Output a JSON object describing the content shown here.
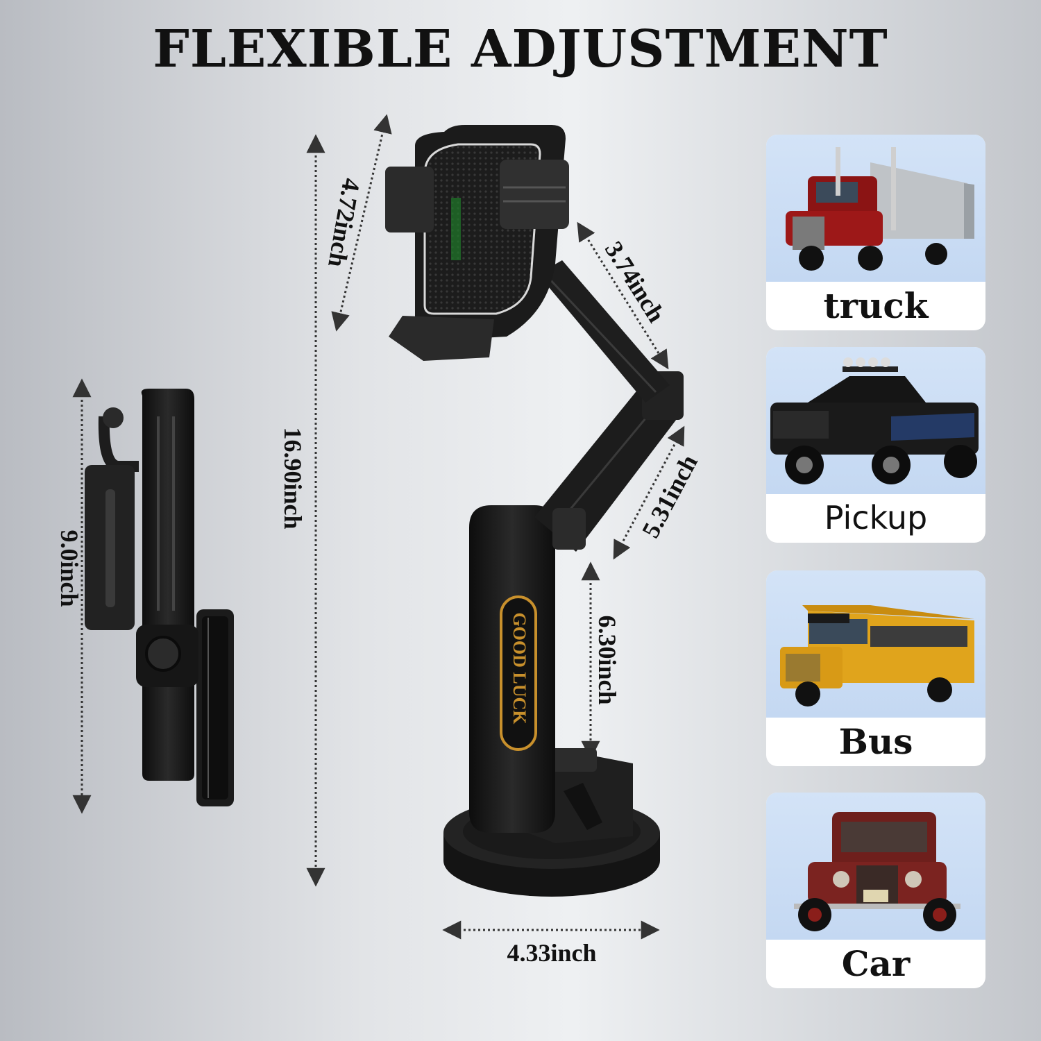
{
  "title": "FLEXIBLE ADJUSTMENT",
  "brand_text": "GOOD LUCK",
  "dimensions": {
    "holder": "4.72inch",
    "upper_arm": "3.74inch",
    "lower_arm": "5.31inch",
    "stand": "6.30inch",
    "total_height": "16.90inch",
    "folded_height": "9.0inch",
    "base_width": "4.33inch"
  },
  "vehicles": [
    {
      "label": "truck",
      "icon": "semi-truck-icon"
    },
    {
      "label": "Pickup",
      "icon": "pickup-truck-icon"
    },
    {
      "label": "Bus",
      "icon": "school-bus-icon"
    },
    {
      "label": "Car",
      "icon": "vintage-car-icon"
    }
  ],
  "colors": {
    "product": "#1a1a1a",
    "accent_gold": "#c8902c",
    "card_background": "#ffffff",
    "photo_background": "#c9dcf4"
  }
}
